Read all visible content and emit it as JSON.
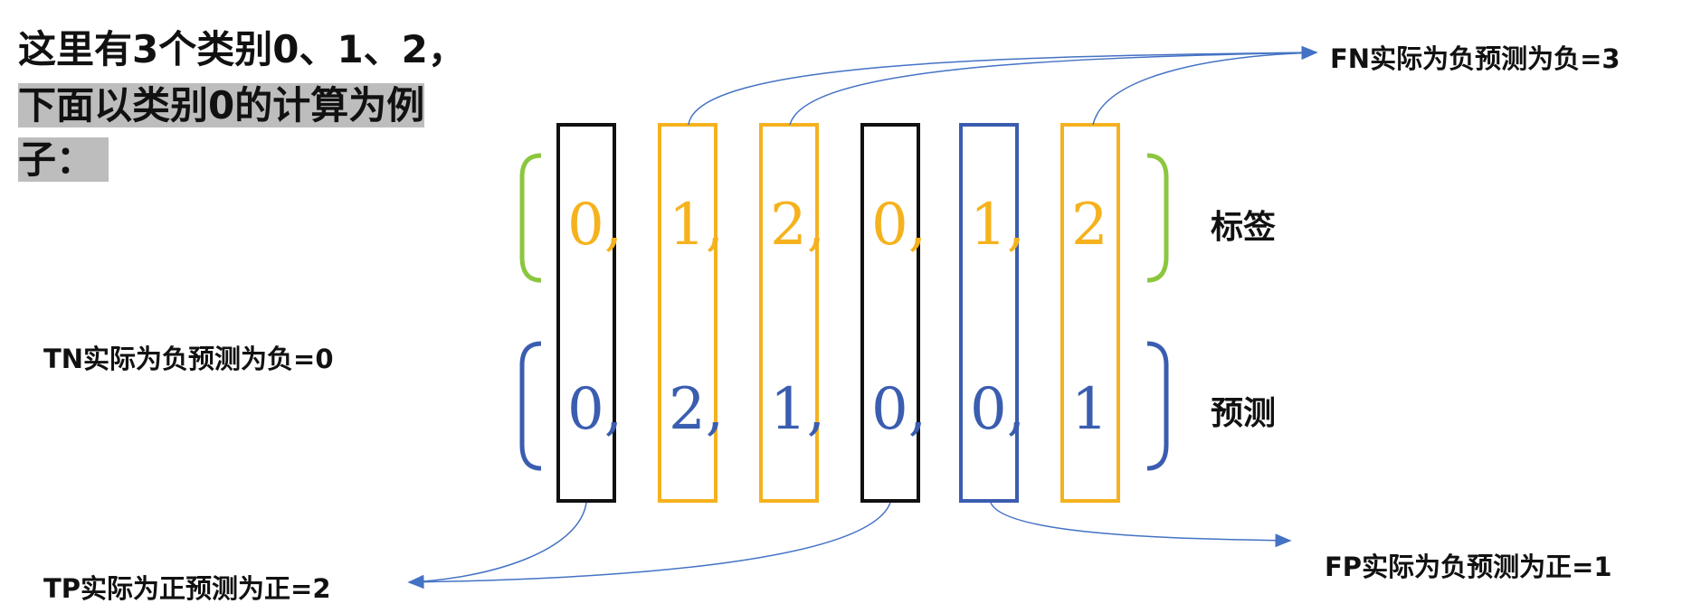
{
  "heading": {
    "line1": "这里有3个类别0、1、2，",
    "line2": "下面以类别0的计算为例",
    "line3": "子："
  },
  "row_labels": {
    "labels": "标签",
    "predictions": "预测"
  },
  "labels": [
    "0,",
    "1,",
    "2,",
    "0,",
    "1,",
    "2"
  ],
  "predictions": [
    "0,",
    "2,",
    "1,",
    "0,",
    "0,",
    "1"
  ],
  "notes": {
    "fn": "FN实际为负预测为负=3",
    "tn": "TN实际为负预测为负=0",
    "tp": "TP实际为正预测为正=2",
    "fp": "FP实际为负预测为正=1"
  },
  "colors": {
    "label_text": "#F5B21E",
    "prediction_text": "#3A5DB0",
    "box_black": "#111111",
    "box_orange": "#F5B21E",
    "box_blue": "#3A5DB0",
    "brace_green": "#8CC63F",
    "brace_blue": "#3A5DB0",
    "arrow": "#4472C4"
  },
  "box_colors": [
    "black",
    "orange",
    "orange",
    "black",
    "blue",
    "orange"
  ]
}
